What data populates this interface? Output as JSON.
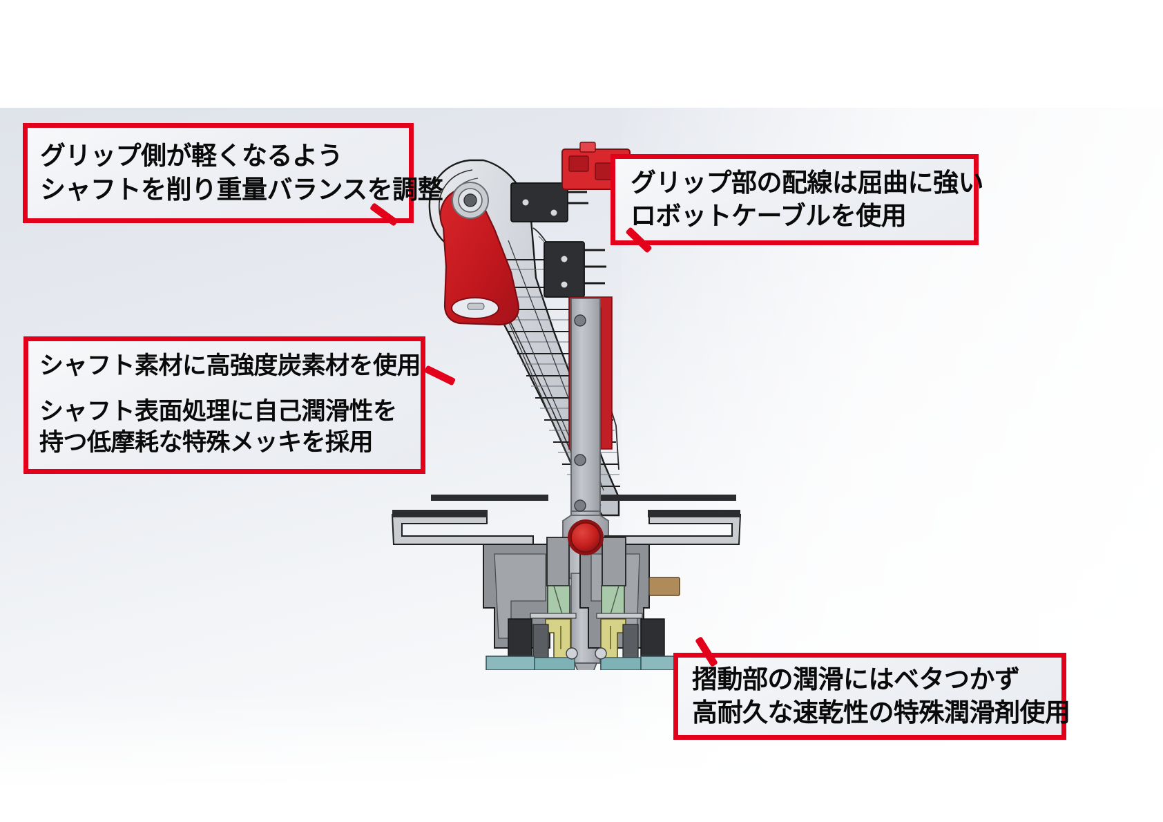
{
  "page": {
    "title": "ジョイスティック構造説明図",
    "background_top_color": "#ffffff",
    "background_bottom_color": "#e7eaf0"
  },
  "theme": {
    "accent_red": "#e3001b",
    "text_color": "#0a0a0a",
    "box_fill": "#eef0f4"
  },
  "callouts": [
    {
      "id": "weight-balance",
      "lines": [
        "グリップ側が軽くなるよう",
        "シャフトを削り重量バランスを調整"
      ]
    },
    {
      "id": "grip-cable",
      "lines": [
        "グリップ部の配線は屈曲に強い",
        "ロボットケーブルを使用"
      ]
    },
    {
      "id": "shaft-material",
      "lines": [
        "シャフト素材に高強度炭素材を使用",
        "シャフト表面処理に自己潤滑性を",
        "持つ低摩耗な特殊メッキを採用"
      ]
    },
    {
      "id": "lubricant",
      "lines": [
        "摺動部の潤滑にはベタつかず",
        "高耐久な速乾性の特殊潤滑剤使用"
      ]
    }
  ],
  "illustration": {
    "name": "joystick-cutaway-cad-drawing",
    "description": "操作レバー（ジョイスティック）の断面CAD図",
    "parts": [
      {
        "name": "grip-housing",
        "color": "#d3d6dc"
      },
      {
        "name": "trigger-lever",
        "color": "#cc1f24"
      },
      {
        "name": "pivot-bushing",
        "color": "#a8acb3"
      },
      {
        "name": "microswitch",
        "color": "#2f3134"
      },
      {
        "name": "connector-block",
        "color": "#d9272e"
      },
      {
        "name": "shaft",
        "color": "#b3b6bb"
      },
      {
        "name": "shaft-slot-trim",
        "color": "#c01f26"
      },
      {
        "name": "pivot-ball",
        "color": "#cc2026"
      },
      {
        "name": "base-body",
        "color": "#8e9196"
      },
      {
        "name": "bushing-green",
        "color": "#a9c9ab"
      },
      {
        "name": "sleeve-yellow",
        "color": "#d6d288"
      },
      {
        "name": "seal-teal",
        "color": "#8bb9bd"
      },
      {
        "name": "boot-flange",
        "color": "#c9ccd1"
      },
      {
        "name": "terminal-brass",
        "color": "#b08b5a"
      }
    ]
  }
}
